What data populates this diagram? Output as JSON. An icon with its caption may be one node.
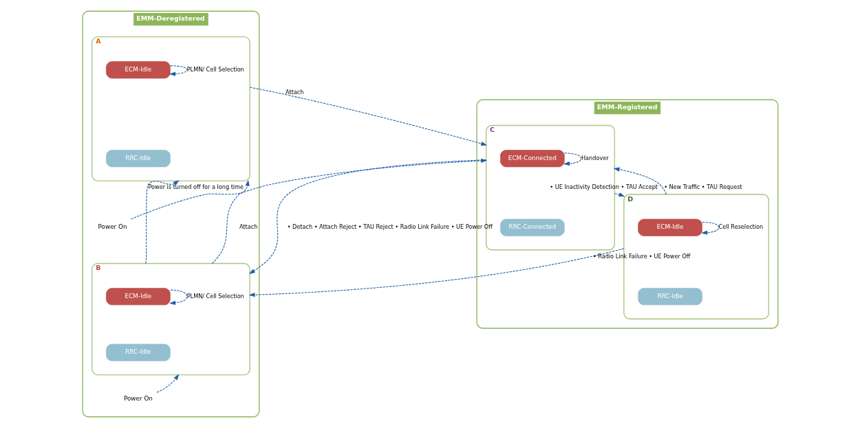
{
  "diagram": {
    "nodes": [
      {
        "text": [
          "EMM-Deregistered"
        ]
      },
      {
        "text": [
          "EMM-Registered"
        ]
      },
      {
        "text": [
          "A"
        ],
        "in": 0
      },
      {
        "text": [
          "ECM-Idle"
        ],
        "in": 2
      },
      {
        "text": [
          "RRC-Idle"
        ],
        "in": 2
      },
      {
        "text": [
          "B"
        ],
        "in": 0
      },
      {
        "text": [
          "ECM-Idle"
        ],
        "in": 5
      },
      {
        "text": [
          "RRC-Idle"
        ],
        "in": 5
      },
      {
        "text": [
          "C"
        ],
        "in": 1
      },
      {
        "text": [
          "ECM-Connected"
        ],
        "in": 8
      },
      {
        "text": [
          "RRC-Connected"
        ],
        "in": 8
      },
      {
        "text": [
          "D"
        ],
        "in": 1
      },
      {
        "text": [
          "ECM-Idle"
        ],
        "in": 11
      },
      {
        "text": [
          "RRC-Idle"
        ],
        "in": 11
      },
      {
        "text": [
          "Power On"
        ],
        "in": 0
      },
      {
        "text": [
          "Power On"
        ],
        "in": 0
      }
    ],
    "edges": [
      {
        "from": 3,
        "to": 3,
        "arrow": "to",
        "label": "PLMN/ Cell Selection",
        "style": "dashed"
      },
      {
        "from": 6,
        "to": 6,
        "arrow": "to",
        "label": "PLMN/ Cell Selection",
        "style": "dashed"
      },
      {
        "from": 9,
        "to": 9,
        "arrow": "to",
        "label": "Handover",
        "style": "dashed"
      },
      {
        "from": 12,
        "to": 12,
        "arrow": "to",
        "label": "Cell Reselection",
        "style": "dashed"
      },
      {
        "from": 2,
        "to": 8,
        "arrow": "to",
        "label": "Attach",
        "style": "dashed"
      },
      {
        "from": 5,
        "to": 8,
        "arrow": "to",
        "label": "Attach",
        "style": "dashed"
      },
      {
        "from": 5,
        "to": 2,
        "arrow": "to",
        "label": "Power is turned off for a long time",
        "style": "dashed"
      },
      {
        "from": 8,
        "to": 11,
        "arrow": "to",
        "label": "• UE Inactivity Detection • TAU Accept",
        "style": "dashed"
      },
      {
        "from": 11,
        "to": 8,
        "arrow": "to",
        "label": "• New Traffic • TAU Request",
        "style": "dashed"
      },
      {
        "from": 8,
        "to": 5,
        "arrow": "to",
        "label": "• Detach • Attach Reject • TAU Reject • Radio Link Failure • UE Power Off",
        "style": "dashed"
      },
      {
        "from": 11,
        "to": 5,
        "arrow": "to",
        "label": "• Radio Link Failure • UE Power Off",
        "style": "dashed"
      },
      {
        "from": 14,
        "to": 2,
        "arrow": "to",
        "style": "dashed"
      },
      {
        "from": 15,
        "to": 5,
        "arrow": "to",
        "style": "dashed"
      }
    ]
  }
}
